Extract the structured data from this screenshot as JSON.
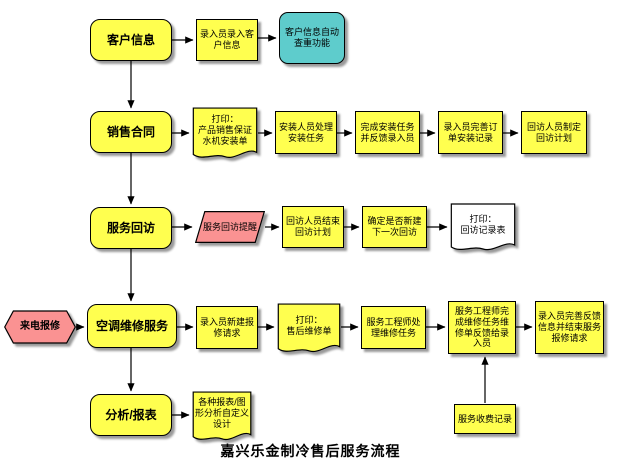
{
  "title": "嘉兴乐金制冷售后服务流程",
  "colors": {
    "yellow": "#ffff4f",
    "pink": "#fa9292",
    "cyan": "#5ecccc",
    "doc-white": "#ffffff",
    "line": "#000000"
  },
  "nodes": {
    "customer_info": "客户信息",
    "sales_contract": "销售合同",
    "service_followup": "服务回访",
    "ac_repair_service": "空调维修服务",
    "analysis_report": "分析/报表",
    "call_repair": "来电报修",
    "entry_customer_info": "录入员录入客户信息",
    "auto_dup_check": "客户信息自动查重功能",
    "print_install_doc": "打印：\n产品销售保证\n水机安装单",
    "install_task": "安装人员处理安装任务",
    "finish_install": "完成安装任务并反馈录入员",
    "improve_order_record": "录入员完善订单安装记录",
    "make_followup_plan": "回访人员制定回访计划",
    "followup_reminder": "服务回访提醒",
    "end_followup_plan": "回访人员结束回访计划",
    "decide_next_followup": "确定是否新建下一次回访",
    "print_followup_doc": "打印：\n回访记录表",
    "new_repair_request": "录入员新建报修请求",
    "print_repair_doc": "打印：\n售后维修单",
    "engineer_handle_task": "服务工程师处理维修任务",
    "engineer_finish_task": "服务工程师完成维修任务维修单反馈给录入员",
    "entry_finish_request": "录入员完善反馈信息并结束服务报修请求",
    "service_charge_record": "服务收费记录",
    "report_custom_design": "各种报表/图形分析自定义设计"
  }
}
